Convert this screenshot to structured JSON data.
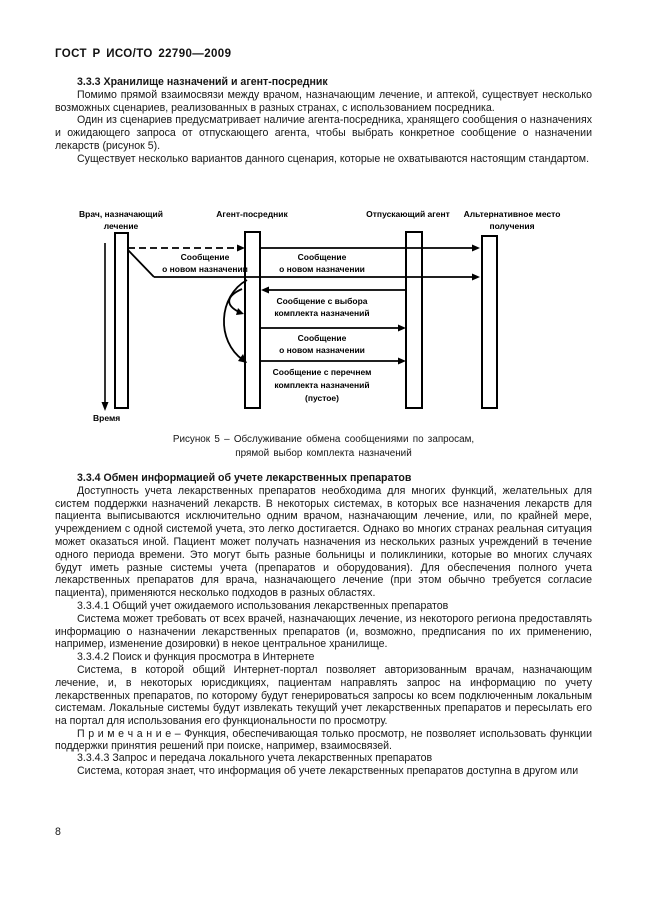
{
  "page": {
    "header": "ГОСТ Р ИСО/ТО 22790—2009",
    "page_number": "8",
    "colors": {
      "page_bg": "#ffffff",
      "ink": "#000000"
    }
  },
  "sections": {
    "s333": {
      "heading": "3.3.3 Хранилище назначений и агент-посредник",
      "p1": "Помимо прямой взаимосвязи между врачом, назначающим лечение, и аптекой, существует несколько возможных сценариев, реализованных в разных странах, с использованием посредника.",
      "p2": "Один из сценариев предусматривает наличие агента-посредника, хранящего сообщения о назначениях и ожидающего запроса от отпускающего агента, чтобы выбрать конкретное сообщение о назначении лекарств (рисунок 5).",
      "p3": "Существует несколько вариантов данного сценария, которые не охватываются настоящим стандартом."
    },
    "s334": {
      "heading": "3.3.4 Обмен информацией об учете лекарственных препаратов",
      "p1": "Доступность учета лекарственных препаратов необходима для многих функций, желательных для систем поддержки назначений лекарств. В некоторых системах, в которых все назначения лекарств для пациента выписываются исключительно одним врачом, назначающим лечение, или, по крайней мере, учреждением с одной системой учета, это легко достигается. Однако во многих странах реальная ситуация может оказаться иной. Пациент может получать назначения из нескольких разных учреждений в течение одного периода времени. Это могут быть разные больницы и поликлиники, которые во многих случаях будут иметь разные системы учета (препаратов и оборудования). Для обеспечения полного учета лекарственных препаратов для врача, назначающего лечение (при этом обычно требуется согласие пациента), применяются несколько подходов в разных областях."
    },
    "s3341": {
      "heading": "3.3.4.1 Общий учет ожидаемого использования лекарственных препаратов",
      "p1": "Система может требовать от всех врачей, назначающих лечение, из некоторого региона предоставлять информацию о назначении лекарственных препаратов (и, возможно, предписания по их применению, например, изменение дозировки) в некое центральное хранилище."
    },
    "s3342": {
      "heading": "3.3.4.2 Поиск и функция просмотра в Интернете",
      "p1": "Система, в которой общий Интернет-портал позволяет авторизованным врачам, назначающим лечение, и, в некоторых юрисдикциях, пациентам направлять запрос на информацию по учету лекарственных препаратов, по которому будут генерироваться запросы ко всем подключенным локальным системам. Локальные системы будут извлекать текущий учет лекарственных препаратов и пересылать его на портал для использования его функциональности по просмотру.",
      "note": "П р и м е ч а н и е – Функция, обеспечивающая только просмотр, не позволяет использовать функции поддержки принятия решений при поиске, например, взаимосвязей."
    },
    "s3343": {
      "heading": "3.3.4.3 Запрос и передача локального учета лекарственных препаратов",
      "p1": "Система, которая знает, что информация об учете лекарственных препаратов доступна в другом или"
    }
  },
  "figure": {
    "lifelines": [
      {
        "title_line1": "Врач, назначающий",
        "title_line2": "лечение"
      },
      {
        "title_line1": "Агент-посредник"
      },
      {
        "title_line1": "Отпускающий агент"
      },
      {
        "title_line1": "Альтернативное место",
        "title_line2": "получения"
      }
    ],
    "messages": {
      "new_prescription_left": {
        "line1": "Сообщение",
        "line2": "о новом назначении"
      },
      "new_prescription_right": {
        "line1": "Сообщение",
        "line2": "о новом назначении"
      },
      "selection_set": {
        "line1": "Сообщение с выбора",
        "line2": "комплекта назначений"
      },
      "new_prescription_mid": {
        "line1": "Сообщение",
        "line2": "о новом назначении"
      },
      "list_set": {
        "line1": "Сообщение с перечнем",
        "line2": "комплекта назначений",
        "line3": "(пустое)"
      }
    },
    "time_label": "Время",
    "caption_line1": "Рисунок 5 – Обслуживание обмена сообщениями по запросам,",
    "caption_line2": "прямой выбор комплекта назначений"
  }
}
